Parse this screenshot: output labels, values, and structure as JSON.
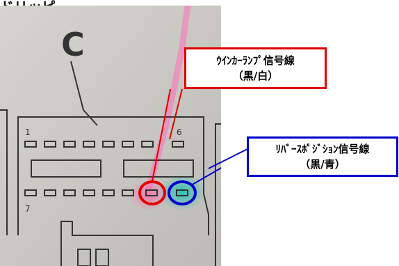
{
  "header_fragment": "ドリッピ",
  "connector": {
    "letter": "C",
    "pin_first": "1",
    "pin_last": "6",
    "pin_bottom": "7"
  },
  "callouts": {
    "turn_signal": {
      "line1": "ｳｲﾝｶｰﾗﾝﾌﾟ信号線",
      "line2": "（黒/白）",
      "color": "#e00000"
    },
    "reverse": {
      "line1": "ﾘﾊﾞｰｽﾎﾟｼﾞｼｮﾝ信号線",
      "line2": "（黒/青）",
      "color": "#0000cc"
    }
  }
}
